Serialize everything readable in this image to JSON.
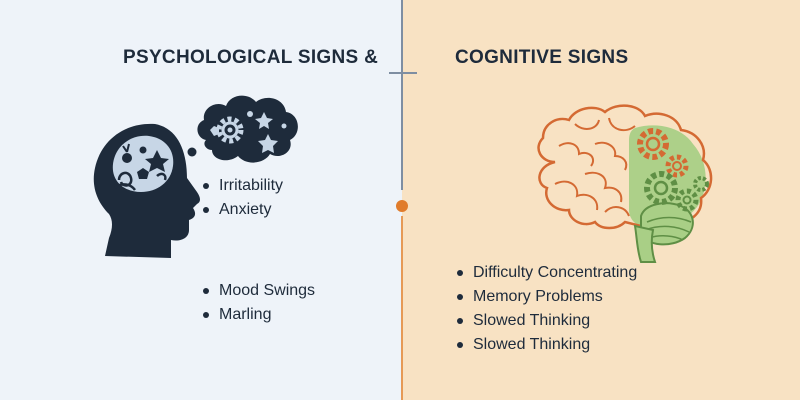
{
  "left": {
    "heading": "PSYCHOLOGICAL SIGNS &",
    "group_one": [
      "Irritability",
      "Anxiety"
    ],
    "group_two": [
      "Mood Swings",
      "Marling"
    ]
  },
  "right": {
    "heading": "COGNITIVE SIGNS",
    "items": [
      "Difficulty Concentrating",
      "Memory Problems",
      "Slowed Thinking",
      "Slowed Thinking"
    ]
  },
  "colors": {
    "left_bg": "#eef3f9",
    "right_bg": "#f8e2c3",
    "navy": "#1e2b3b",
    "accent_orange": "#e07c2c",
    "brain_outline": "#d46a33",
    "brain_green": "#a9cf86"
  },
  "icons": [
    "head-silhouette-icon",
    "thought-bubble-icon",
    "brain-icon",
    "gear-icon"
  ]
}
